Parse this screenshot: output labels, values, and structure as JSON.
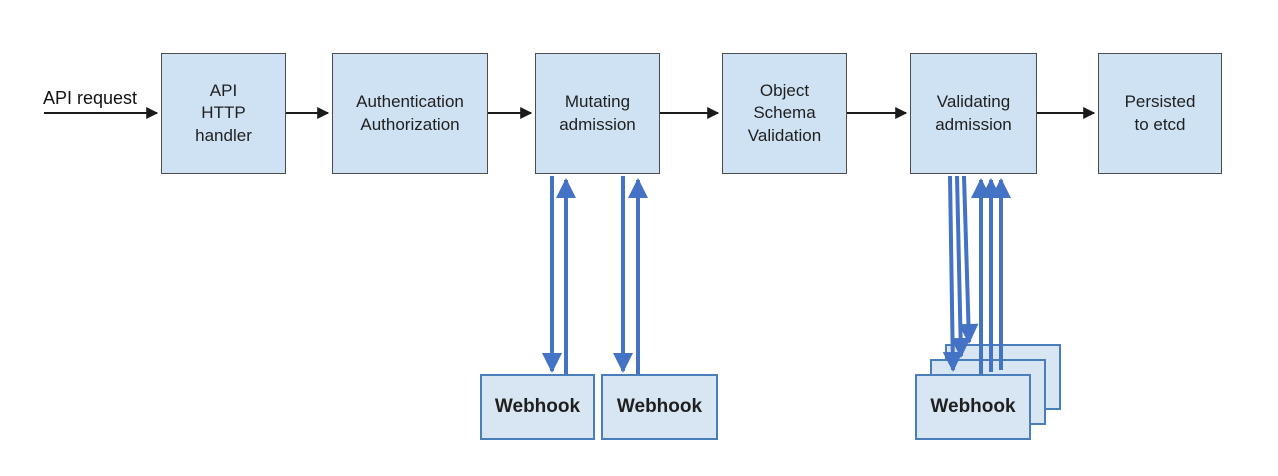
{
  "diagram": {
    "flow_label": "API request",
    "stages": [
      {
        "label": "API\nHTTP\nhandler"
      },
      {
        "label": "Authentication\nAuthorization"
      },
      {
        "label": "Mutating\nadmission"
      },
      {
        "label": "Object\nSchema\nValidation"
      },
      {
        "label": "Validating\nadmission"
      },
      {
        "label": "Persisted\nto etcd"
      }
    ],
    "mutating_webhooks": [
      {
        "label": "Webhook"
      },
      {
        "label": "Webhook"
      }
    ],
    "validating_webhooks": [
      {
        "label": "Webhook"
      },
      {
        "label": "Webhook"
      },
      {
        "label": "Webhook"
      }
    ],
    "colors": {
      "box_fill": "#cfe2f3",
      "webhook_fill": "#d8e6f3",
      "box_border": "#4d4d4d",
      "webhook_border": "#4a7ebb",
      "flow_arrow": "#1a1a1a",
      "webhook_arrow": "#4472c4",
      "text": "#1f1f1f"
    }
  }
}
